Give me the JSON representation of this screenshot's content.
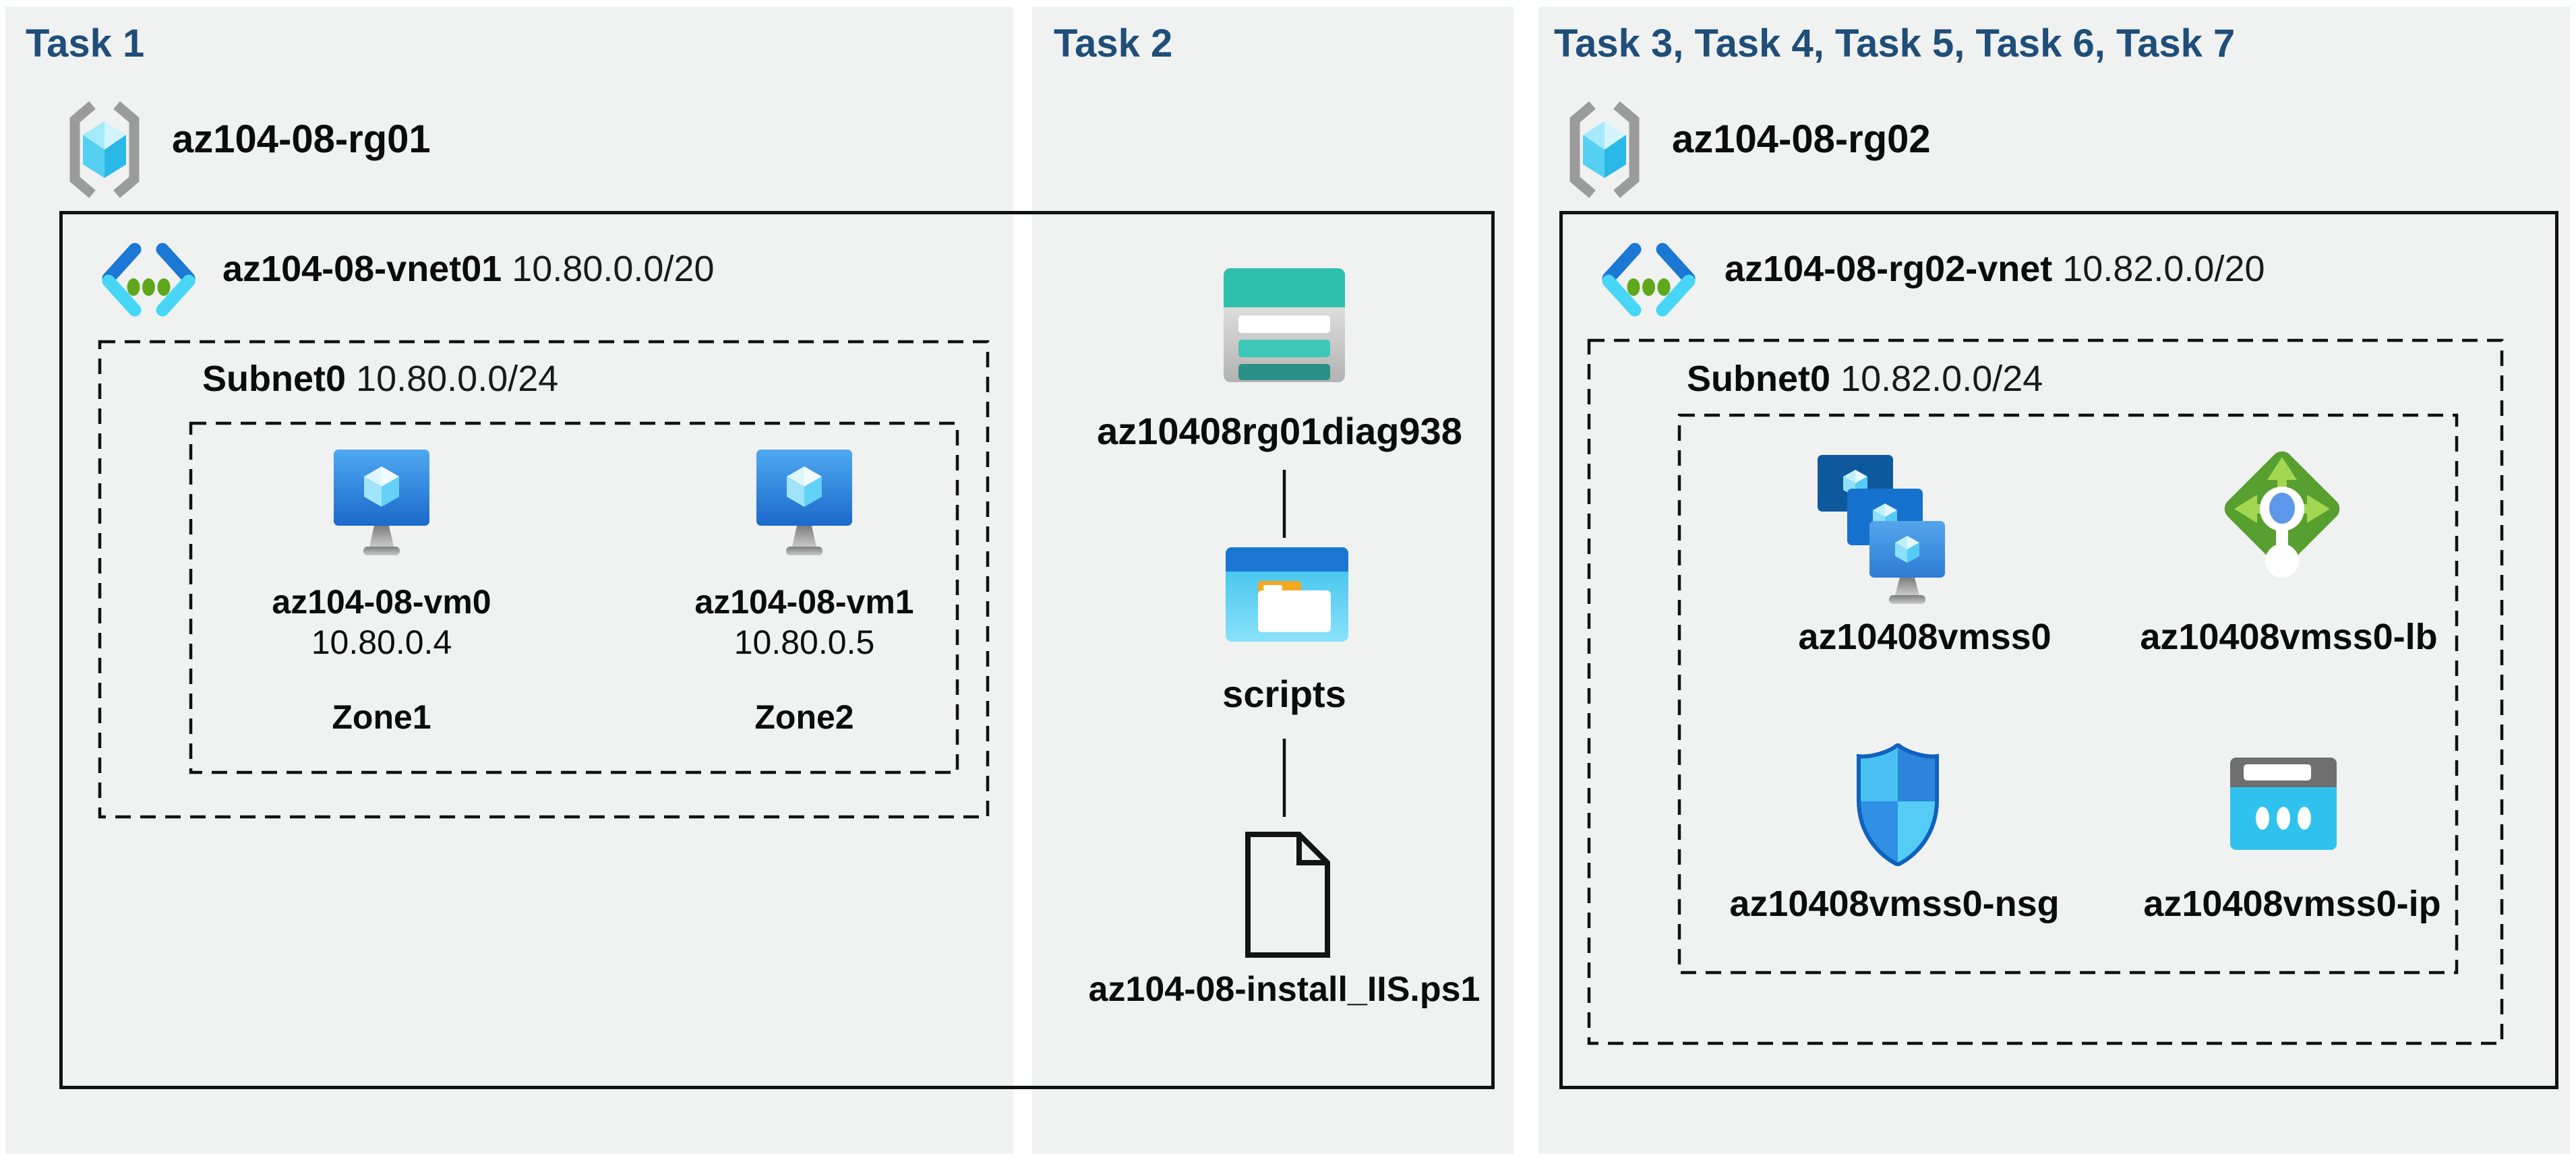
{
  "panels": {
    "task1": {
      "heading": "Task 1",
      "resource_group": "az104-08-rg01",
      "resource_group_icon": "resource-group-icon",
      "vnet": {
        "name": "az104-08-vnet01",
        "cidr": "10.80.0.0/20",
        "icon": "virtual-network-icon"
      },
      "subnet": {
        "name": "Subnet0",
        "cidr": "10.80.0.0/24"
      },
      "vms": [
        {
          "name": "az104-08-vm0",
          "ip": "10.80.0.4",
          "zone": "Zone1",
          "icon": "virtual-machine-icon"
        },
        {
          "name": "az104-08-vm1",
          "ip": "10.80.0.5",
          "zone": "Zone2",
          "icon": "virtual-machine-icon"
        }
      ]
    },
    "task2": {
      "heading": "Task 2",
      "storage_account": {
        "name": "az10408rg01diag938",
        "icon": "storage-account-icon"
      },
      "container": {
        "name": "scripts",
        "icon": "blob-container-icon"
      },
      "script_file": {
        "name": "az104-08-install_IIS.ps1",
        "icon": "file-icon"
      }
    },
    "task3": {
      "heading": "Task 3, Task 4, Task 5, Task 6, Task 7",
      "resource_group": "az104-08-rg02",
      "resource_group_icon": "resource-group-icon",
      "vnet": {
        "name": "az104-08-rg02-vnet",
        "cidr": "10.82.0.0/20",
        "icon": "virtual-network-icon"
      },
      "subnet": {
        "name": "Subnet0",
        "cidr": "10.82.0.0/24"
      },
      "resources": [
        {
          "name": "az10408vmss0",
          "type": "vm-scale-set",
          "icon": "vm-scale-set-icon"
        },
        {
          "name": "az10408vmss0-lb",
          "type": "load-balancer",
          "icon": "load-balancer-icon"
        },
        {
          "name": "az10408vmss0-nsg",
          "type": "network-security-group",
          "icon": "nsg-shield-icon"
        },
        {
          "name": "az10408vmss0-ip",
          "type": "public-ip-address",
          "icon": "public-ip-icon"
        }
      ]
    }
  },
  "colors": {
    "panel_background": "#f0f1f1",
    "heading_text": "#1f4e79",
    "diagram_lines": "#111111",
    "vnet_blue": "#1b78d4",
    "vnet_cyan": "#47d6f6",
    "vnet_green_dots": "#5fa81c",
    "vm_monitor_blue": "#2e7cd5",
    "load_balancer_green": "#579f2f",
    "storage_teal": "#2fbfad",
    "folder_orange": "#f6a81e",
    "public_ip_cyan": "#30c2ee"
  }
}
